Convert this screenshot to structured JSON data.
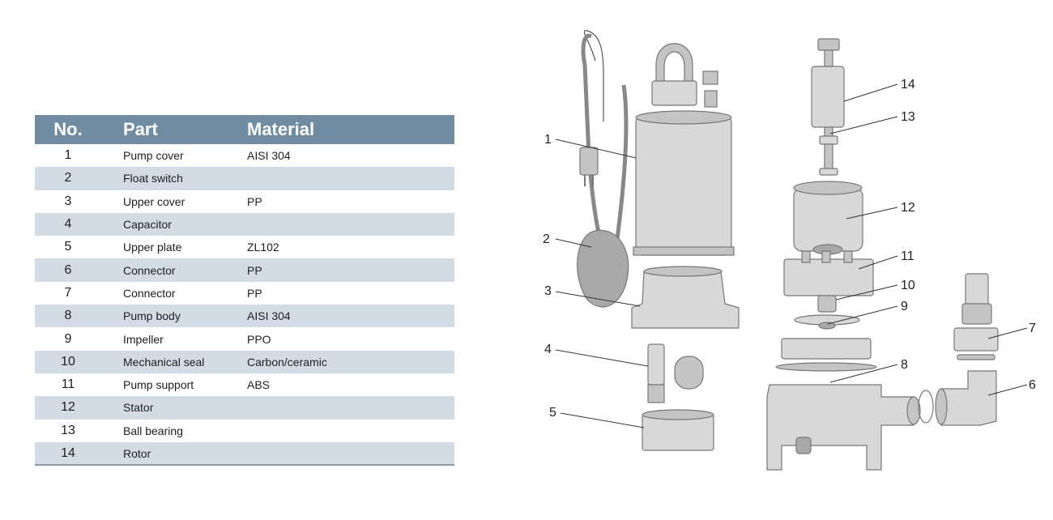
{
  "colors": {
    "header_bg": "#6f8ca3",
    "stripe_bg": "#d3dce5"
  },
  "table": {
    "headers": {
      "no": "No.",
      "part": "Part",
      "material": "Material"
    },
    "rows": [
      {
        "no": "1",
        "part": "Pump cover",
        "material": "AISI 304"
      },
      {
        "no": "2",
        "part": "Float switch",
        "material": ""
      },
      {
        "no": "3",
        "part": "Upper cover",
        "material": "PP"
      },
      {
        "no": "4",
        "part": "Capacitor",
        "material": ""
      },
      {
        "no": "5",
        "part": "Upper plate",
        "material": "ZL102"
      },
      {
        "no": "6",
        "part": "Connector",
        "material": "PP"
      },
      {
        "no": "7",
        "part": "Connector",
        "material": "PP"
      },
      {
        "no": "8",
        "part": "Pump body",
        "material": "AISI 304"
      },
      {
        "no": "9",
        "part": "Impeller",
        "material": "PPO"
      },
      {
        "no": "10",
        "part": "Mechanical seal",
        "material": "Carbon/ceramic"
      },
      {
        "no": "11",
        "part": "Pump support",
        "material": "ABS"
      },
      {
        "no": "12",
        "part": "Stator",
        "material": ""
      },
      {
        "no": "13",
        "part": "Ball bearing",
        "material": ""
      },
      {
        "no": "14",
        "part": "Rotor",
        "material": ""
      }
    ]
  },
  "diagram": {
    "callouts": [
      "1",
      "2",
      "3",
      "4",
      "5",
      "6",
      "7",
      "8",
      "9",
      "10",
      "11",
      "12",
      "13",
      "14"
    ]
  }
}
